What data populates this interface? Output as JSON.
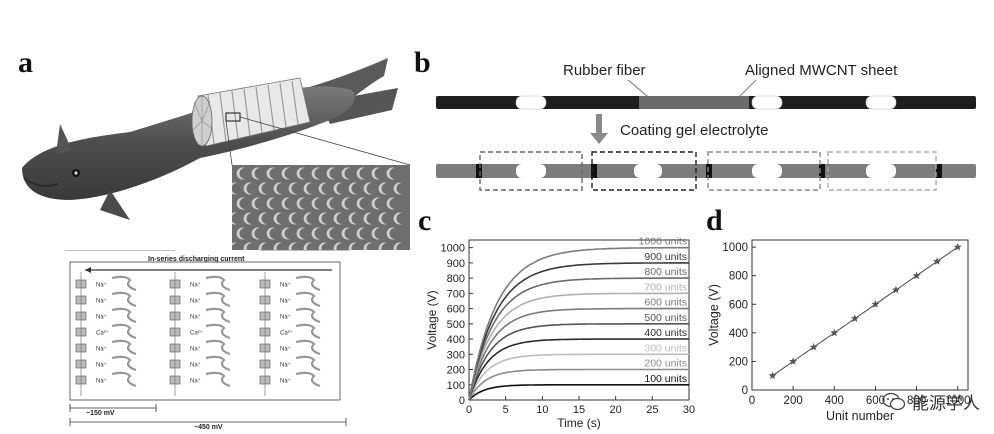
{
  "panels": {
    "a": {
      "letter": "a",
      "current_label": "In-series discharging current",
      "ions": [
        "Na⁺",
        "Na⁺",
        "Na⁺",
        "Ca²⁺",
        "Na⁺",
        "Na⁺",
        "Na⁺"
      ],
      "scale_small": "~150 mV",
      "scale_large": "~450 mV"
    },
    "b": {
      "letter": "b",
      "rubber_fiber": "Rubber fiber",
      "mwcnt_sheet": "Aligned MWCNT sheet",
      "step_label": "Coating gel electrolyte"
    },
    "c": {
      "letter": "c"
    },
    "d": {
      "letter": "d"
    }
  },
  "chart_data": [
    {
      "id": "c",
      "type": "line",
      "xlabel": "Time (s)",
      "ylabel": "Voltage (V)",
      "xlim": [
        0,
        30
      ],
      "ylim": [
        0,
        1050
      ],
      "xticks": [
        0,
        5,
        10,
        15,
        20,
        25,
        30
      ],
      "yticks": [
        0,
        100,
        200,
        300,
        400,
        500,
        600,
        700,
        800,
        900,
        1000
      ],
      "legend_placement": "right, beside each curve",
      "series": [
        {
          "name": "100 units",
          "plateau": 100,
          "color": "#111111"
        },
        {
          "name": "200 units",
          "plateau": 200,
          "color": "#8a8a8a"
        },
        {
          "name": "300 units",
          "plateau": 300,
          "color": "#bdbdbd"
        },
        {
          "name": "400 units",
          "plateau": 400,
          "color": "#2a2a2a"
        },
        {
          "name": "500 units",
          "plateau": 500,
          "color": "#555555"
        },
        {
          "name": "600 units",
          "plateau": 600,
          "color": "#7a7a7a"
        },
        {
          "name": "700 units",
          "plateau": 700,
          "color": "#b0b0b0"
        },
        {
          "name": "800 units",
          "plateau": 800,
          "color": "#6a6a6a"
        },
        {
          "name": "900 units",
          "plateau": 900,
          "color": "#3a3a3a"
        },
        {
          "name": "1000 units",
          "plateau": 1000,
          "color": "#7c7c7c"
        }
      ]
    },
    {
      "id": "d",
      "type": "line",
      "xlabel": "Unit number",
      "ylabel": "Voltage (V)",
      "xlim": [
        0,
        1050
      ],
      "ylim": [
        0,
        1050
      ],
      "xticks": [
        0,
        200,
        400,
        600,
        800,
        1000
      ],
      "yticks": [
        0,
        200,
        400,
        600,
        800,
        1000
      ],
      "x": [
        100,
        200,
        300,
        400,
        500,
        600,
        700,
        800,
        900,
        1000
      ],
      "y": [
        100,
        200,
        300,
        400,
        500,
        600,
        700,
        800,
        900,
        1000
      ],
      "marker": "star",
      "color": "#555555"
    }
  ],
  "watermark": {
    "text": "能源学人",
    "icon": "wechat-icon"
  }
}
